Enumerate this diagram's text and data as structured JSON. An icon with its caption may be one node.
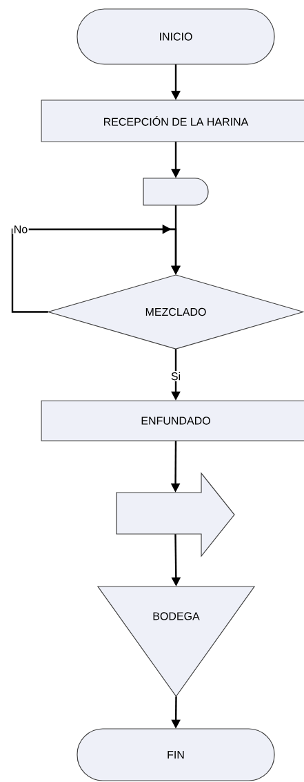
{
  "diagram": {
    "nodes": [
      {
        "text": [
          "INICIO"
        ]
      },
      {
        "text": [
          "RECEPCIÓN DE LA HARINA"
        ]
      },
      {
        "text": [],
        "shape": "delay"
      },
      {
        "text": [
          "MEZCLADO"
        ]
      },
      {
        "text": [
          "ENFUNDADO"
        ]
      },
      {
        "text": [],
        "shape": "arrow"
      },
      {
        "text": [
          "BODEGA"
        ]
      },
      {
        "text": [
          "FIN"
        ]
      }
    ],
    "edges": [
      {
        "from": 0,
        "to": 1,
        "arrow": "to"
      },
      {
        "from": 1,
        "to": 2,
        "arrow": "to"
      },
      {
        "from": 2,
        "to": 3,
        "arrow": "to"
      },
      {
        "from": 3,
        "to": 3,
        "arrow": "to",
        "label": "No"
      },
      {
        "from": 3,
        "to": 4,
        "arrow": "to",
        "label": "Si"
      },
      {
        "from": 4,
        "to": 5,
        "arrow": "to"
      },
      {
        "from": 5,
        "to": 6,
        "arrow": "to"
      },
      {
        "from": 6,
        "to": 7,
        "arrow": "to"
      }
    ]
  }
}
